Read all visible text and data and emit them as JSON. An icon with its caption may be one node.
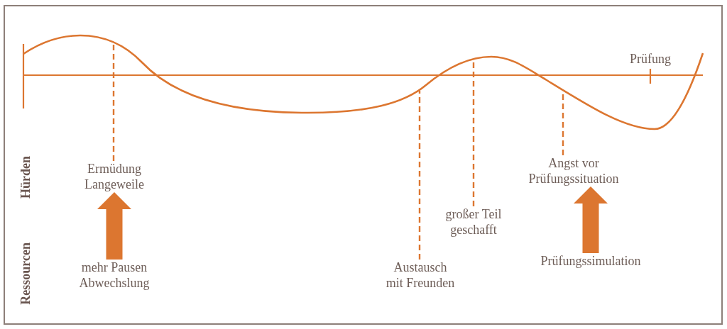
{
  "diagram": {
    "nodes": [
      {
        "text": [
          "Ermüdung Langeweile"
        ]
      },
      {
        "text": [
          "mehr Pausen Abwechslung"
        ]
      },
      {
        "text": [
          "Austausch mit Freunden"
        ]
      },
      {
        "text": [
          "großer Teil geschafft"
        ]
      },
      {
        "text": [
          "Angst vor Prüfungssituation"
        ]
      },
      {
        "text": [
          "Prüfungssimulation"
        ]
      }
    ],
    "edges": [
      {
        "from": 0,
        "to": null,
        "arrow": "none",
        "style": "dashed"
      },
      {
        "from": 1,
        "to": 0,
        "arrow": "to",
        "style": "thick"
      },
      {
        "from": 2,
        "to": null,
        "arrow": "none",
        "style": "dashed"
      },
      {
        "from": 3,
        "to": null,
        "arrow": "none",
        "style": "dashed"
      },
      {
        "from": 4,
        "to": null,
        "arrow": "none",
        "style": "dashed"
      },
      {
        "from": 5,
        "to": 4,
        "arrow": "to",
        "style": "thick"
      }
    ],
    "labels": [
      "Prüfung",
      "Hürden",
      "Ressourcen"
    ]
  }
}
